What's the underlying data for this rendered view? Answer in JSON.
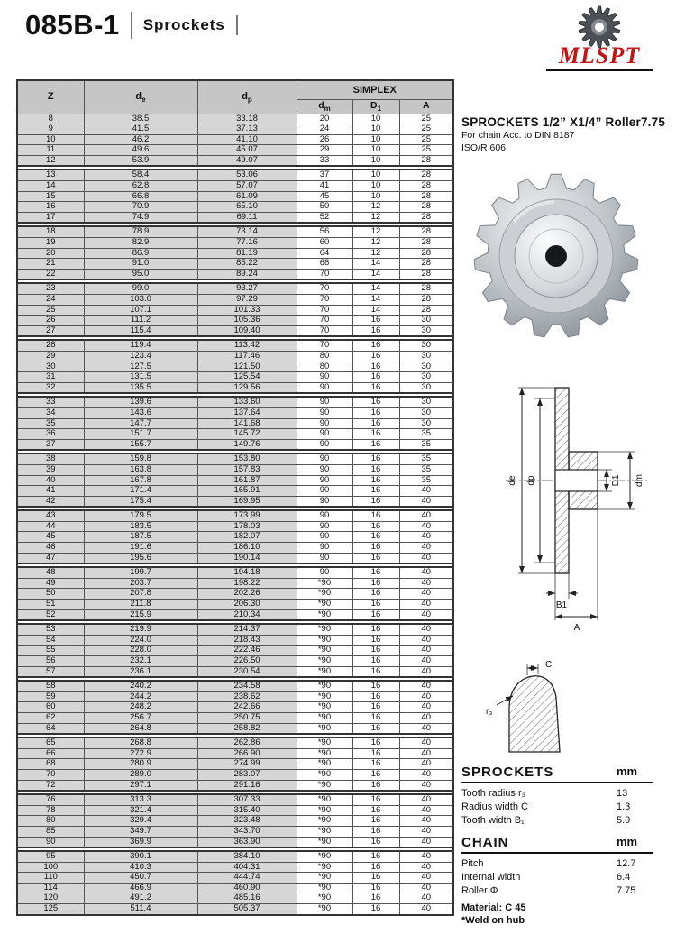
{
  "page": {
    "title": "085B-1",
    "subtitle": "Sprockets"
  },
  "logo": {
    "text": "MLSPT"
  },
  "product": {
    "heading": "SPROCKETS 1/2” X1/4” Roller7.75",
    "line1": "For chain Acc. to DIN 8187",
    "line2": "ISO/R 606"
  },
  "table": {
    "simplex_label": "SIMPLEX",
    "columns": [
      {
        "id": "z",
        "label": "Z",
        "sub": ""
      },
      {
        "id": "de",
        "label": "d",
        "sub": "e"
      },
      {
        "id": "dp",
        "label": "d",
        "sub": "p"
      },
      {
        "id": "dm",
        "label": "d",
        "sub": "m"
      },
      {
        "id": "d1",
        "label": "D",
        "sub": "1"
      },
      {
        "id": "a",
        "label": "A",
        "sub": ""
      }
    ],
    "groups": [
      [
        [
          "8",
          "38.5",
          "33.18",
          "20",
          "10",
          "25"
        ],
        [
          "9",
          "41.5",
          "37.13",
          "24",
          "10",
          "25"
        ],
        [
          "10",
          "46.2",
          "41.10",
          "26",
          "10",
          "25"
        ],
        [
          "11",
          "49.6",
          "45.07",
          "29",
          "10",
          "25"
        ],
        [
          "12",
          "53.9",
          "49.07",
          "33",
          "10",
          "28"
        ]
      ],
      [
        [
          "13",
          "58.4",
          "53.06",
          "37",
          "10",
          "28"
        ],
        [
          "14",
          "62.8",
          "57.07",
          "41",
          "10",
          "28"
        ],
        [
          "15",
          "66.8",
          "61.09",
          "45",
          "10",
          "28"
        ],
        [
          "16",
          "70.9",
          "65.10",
          "50",
          "12",
          "28"
        ],
        [
          "17",
          "74.9",
          "69.11",
          "52",
          "12",
          "28"
        ]
      ],
      [
        [
          "18",
          "78.9",
          "73.14",
          "56",
          "12",
          "28"
        ],
        [
          "19",
          "82.9",
          "77.16",
          "60",
          "12",
          "28"
        ],
        [
          "20",
          "86.9",
          "81.19",
          "64",
          "12",
          "28"
        ],
        [
          "21",
          "91.0",
          "85.22",
          "68",
          "14",
          "28"
        ],
        [
          "22",
          "95.0",
          "89.24",
          "70",
          "14",
          "28"
        ]
      ],
      [
        [
          "23",
          "99.0",
          "93.27",
          "70",
          "14",
          "28"
        ],
        [
          "24",
          "103.0",
          "97.29",
          "70",
          "14",
          "28"
        ],
        [
          "25",
          "107.1",
          "101.33",
          "70",
          "14",
          "28"
        ],
        [
          "26",
          "111.2",
          "105.36",
          "70",
          "16",
          "30"
        ],
        [
          "27",
          "115.4",
          "109.40",
          "70",
          "16",
          "30"
        ]
      ],
      [
        [
          "28",
          "119.4",
          "113.42",
          "70",
          "16",
          "30"
        ],
        [
          "29",
          "123.4",
          "117.46",
          "80",
          "16",
          "30"
        ],
        [
          "30",
          "127.5",
          "121.50",
          "80",
          "16",
          "30"
        ],
        [
          "31",
          "131.5",
          "125.54",
          "90",
          "16",
          "30"
        ],
        [
          "32",
          "135.5",
          "129.56",
          "90",
          "16",
          "30"
        ]
      ],
      [
        [
          "33",
          "139.6",
          "133.60",
          "90",
          "16",
          "30"
        ],
        [
          "34",
          "143.6",
          "137.64",
          "90",
          "16",
          "30"
        ],
        [
          "35",
          "147.7",
          "141.68",
          "90",
          "16",
          "30"
        ],
        [
          "36",
          "151.7",
          "145.72",
          "90",
          "16",
          "35"
        ],
        [
          "37",
          "155.7",
          "149.76",
          "90",
          "16",
          "35"
        ]
      ],
      [
        [
          "38",
          "159.8",
          "153.80",
          "90",
          "16",
          "35"
        ],
        [
          "39",
          "163.8",
          "157.83",
          "90",
          "16",
          "35"
        ],
        [
          "40",
          "167.8",
          "161.87",
          "90",
          "16",
          "35"
        ],
        [
          "41",
          "171.4",
          "165.91",
          "90",
          "16",
          "40"
        ],
        [
          "42",
          "175.4",
          "169.95",
          "90",
          "16",
          "40"
        ]
      ],
      [
        [
          "43",
          "179.5",
          "173.99",
          "90",
          "16",
          "40"
        ],
        [
          "44",
          "183.5",
          "178.03",
          "90",
          "16",
          "40"
        ],
        [
          "45",
          "187.5",
          "182.07",
          "90",
          "16",
          "40"
        ],
        [
          "46",
          "191.6",
          "186.10",
          "90",
          "16",
          "40"
        ],
        [
          "47",
          "195.6",
          "190.14",
          "90",
          "16",
          "40"
        ]
      ],
      [
        [
          "48",
          "199.7",
          "194.18",
          "90",
          "16",
          "40"
        ],
        [
          "49",
          "203.7",
          "198.22",
          "*90",
          "16",
          "40"
        ],
        [
          "50",
          "207.8",
          "202.26",
          "*90",
          "16",
          "40"
        ],
        [
          "51",
          "211.8",
          "206.30",
          "*90",
          "16",
          "40"
        ],
        [
          "52",
          "215.9",
          "210.34",
          "*90",
          "16",
          "40"
        ]
      ],
      [
        [
          "53",
          "219.9",
          "214.37",
          "*90",
          "16",
          "40"
        ],
        [
          "54",
          "224.0",
          "218.43",
          "*90",
          "16",
          "40"
        ],
        [
          "55",
          "228.0",
          "222.46",
          "*90",
          "16",
          "40"
        ],
        [
          "56",
          "232.1",
          "226.50",
          "*90",
          "16",
          "40"
        ],
        [
          "57",
          "236.1",
          "230.54",
          "*90",
          "16",
          "40"
        ]
      ],
      [
        [
          "58",
          "240.2",
          "234.58",
          "*90",
          "16",
          "40"
        ],
        [
          "59",
          "244.2",
          "238.62",
          "*90",
          "16",
          "40"
        ],
        [
          "60",
          "248.2",
          "242.66",
          "*90",
          "16",
          "40"
        ],
        [
          "62",
          "256.7",
          "250.75",
          "*90",
          "16",
          "40"
        ],
        [
          "64",
          "264.8",
          "258.82",
          "*90",
          "16",
          "40"
        ]
      ],
      [
        [
          "65",
          "268.8",
          "262.86",
          "*90",
          "16",
          "40"
        ],
        [
          "66",
          "272.9",
          "266.90",
          "*90",
          "16",
          "40"
        ],
        [
          "68",
          "280.9",
          "274.99",
          "*90",
          "16",
          "40"
        ],
        [
          "70",
          "289.0",
          "283.07",
          "*90",
          "16",
          "40"
        ],
        [
          "72",
          "297.1",
          "291.16",
          "*90",
          "16",
          "40"
        ]
      ],
      [
        [
          "76",
          "313.3",
          "307.33",
          "*90",
          "16",
          "40"
        ],
        [
          "78",
          "321.4",
          "315.40",
          "*90",
          "16",
          "40"
        ],
        [
          "80",
          "329.4",
          "323.48",
          "*90",
          "16",
          "40"
        ],
        [
          "85",
          "349.7",
          "343.70",
          "*90",
          "16",
          "40"
        ],
        [
          "90",
          "369.9",
          "363.90",
          "*90",
          "16",
          "40"
        ]
      ],
      [
        [
          "95",
          "390.1",
          "384.10",
          "*90",
          "16",
          "40"
        ],
        [
          "100",
          "410.3",
          "404.31",
          "*90",
          "16",
          "40"
        ],
        [
          "110",
          "450.7",
          "444.74",
          "*90",
          "16",
          "40"
        ],
        [
          "114",
          "466.9",
          "460.90",
          "*90",
          "16",
          "40"
        ],
        [
          "120",
          "491.2",
          "485.16",
          "*90",
          "16",
          "40"
        ],
        [
          "125",
          "511.4",
          "505.37",
          "*90",
          "16",
          "40"
        ]
      ]
    ]
  },
  "drawing": {
    "labels": {
      "de": "de",
      "dp": "dp",
      "d1": "D1",
      "dm": "dm",
      "b1": "B1",
      "a": "A"
    }
  },
  "tooth": {
    "labels": {
      "c": "C",
      "r3": "r₃"
    }
  },
  "specs": {
    "sprockets": {
      "title": "SPROCKETS",
      "unit": "mm",
      "rows": [
        {
          "label": "Tooth radius r₃",
          "value": "13"
        },
        {
          "label": "Radius width C",
          "value": "1.3"
        },
        {
          "label": "Tooth width B₁",
          "value": "5.9"
        }
      ]
    },
    "chain": {
      "title": "CHAIN",
      "unit": "mm",
      "rows": [
        {
          "label": "Pitch",
          "value": "12.7"
        },
        {
          "label": "Internal width",
          "value": "6.4"
        },
        {
          "label": "Roller Φ",
          "value": "7.75"
        }
      ]
    },
    "material": "Material: C 45",
    "weld": "*Weld on hub"
  }
}
